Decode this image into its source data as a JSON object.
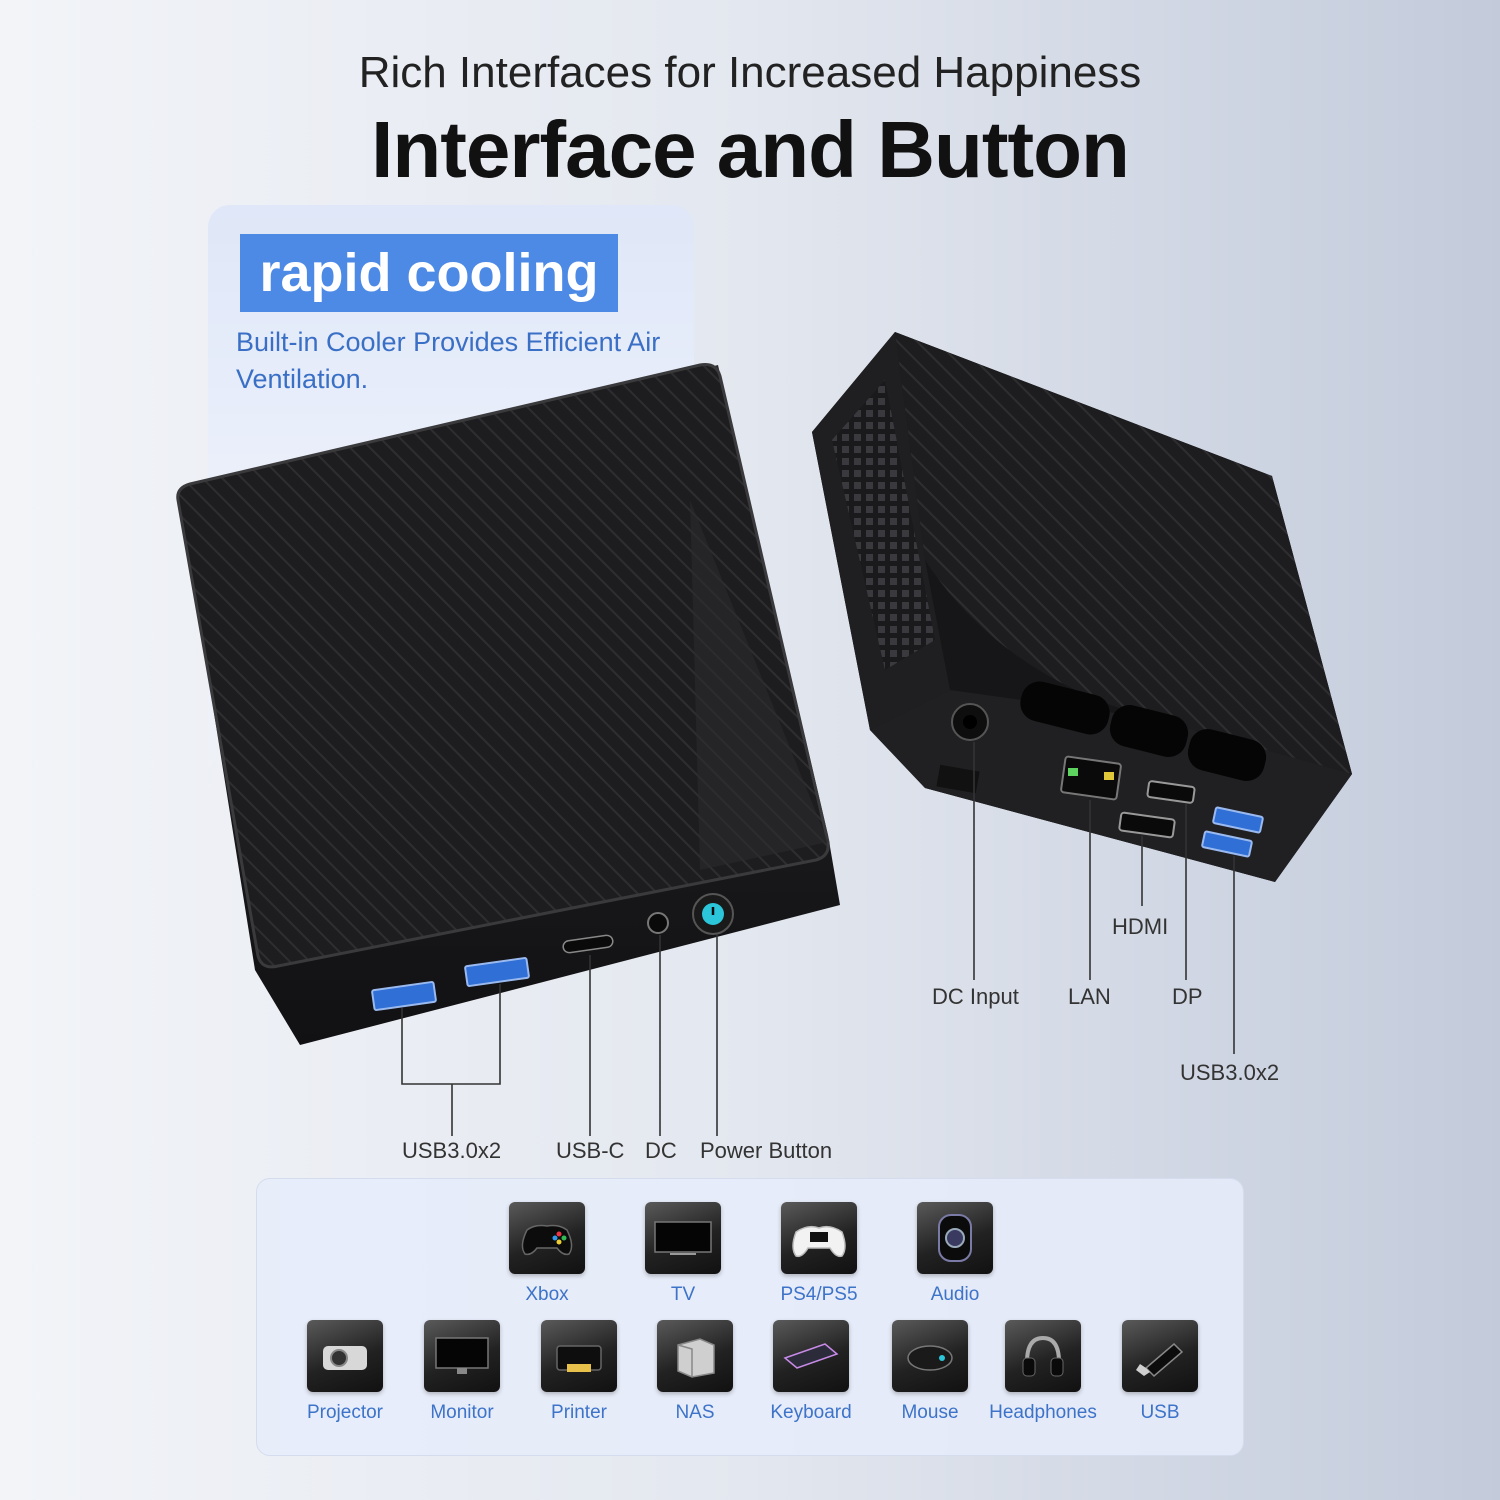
{
  "header": {
    "subtitle": "Rich Interfaces for Increased Happiness",
    "title": "Interface and Button"
  },
  "cooling": {
    "badge": "rapid cooling",
    "description": "Built-in Cooler  Provides Efficient Air Ventilation."
  },
  "front_ports": {
    "usb": "USB3.0x2",
    "usbc": "USB-C",
    "dc": "DC",
    "power": "Power Button"
  },
  "rear_ports": {
    "dc_input": "DC Input",
    "lan": "LAN",
    "hdmi": "HDMI",
    "dp": "DP",
    "usb": "USB3.0x2"
  },
  "devices_row1": [
    {
      "name": "Xbox",
      "icon": "gamepad-icon"
    },
    {
      "name": "TV",
      "icon": "tv-icon"
    },
    {
      "name": "PS4/PS5",
      "icon": "controller-icon"
    },
    {
      "name": "Audio",
      "icon": "speaker-icon"
    }
  ],
  "devices_row2": [
    {
      "name": "Projector",
      "icon": "projector-icon"
    },
    {
      "name": "Monitor",
      "icon": "monitor-icon"
    },
    {
      "name": "Printer",
      "icon": "printer-icon"
    },
    {
      "name": "NAS",
      "icon": "nas-icon"
    },
    {
      "name": "Keyboard",
      "icon": "keyboard-icon"
    },
    {
      "name": "Mouse",
      "icon": "mouse-icon"
    },
    {
      "name": "Headphones",
      "icon": "headphones-icon"
    },
    {
      "name": "USB",
      "icon": "usb-stick-icon"
    }
  ],
  "colors": {
    "accent": "#4d8ae6",
    "label_blue": "#3d73c9",
    "device_body": "#1c1c1e"
  }
}
